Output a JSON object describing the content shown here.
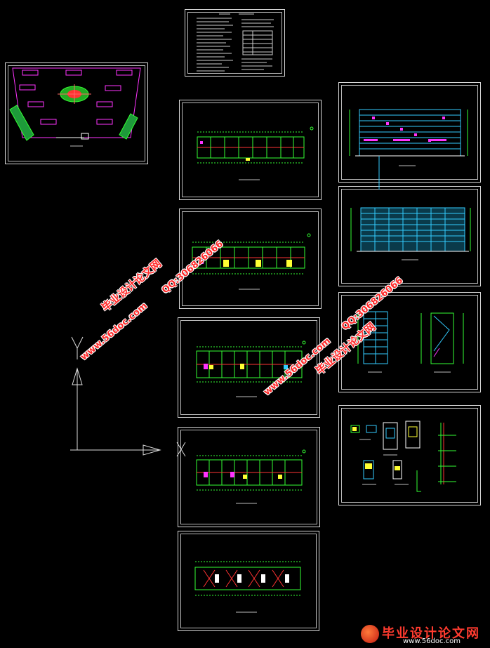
{
  "watermarks": {
    "site_cn": "毕业设计论文网",
    "site_url": "www.56doc.com",
    "qq": "QQ:306826066"
  },
  "logo": {
    "title": "毕业设计论文网",
    "url": "www.56doc.com"
  },
  "colors": {
    "background": "#000000",
    "frame": "#d8d8d8",
    "cad_green": "#33ff33",
    "cad_cyan": "#33ccff",
    "cad_magenta": "#ff33ff",
    "cad_yellow": "#ffff33",
    "cad_red": "#ff3333",
    "watermark_red": "#ff2a2a"
  }
}
